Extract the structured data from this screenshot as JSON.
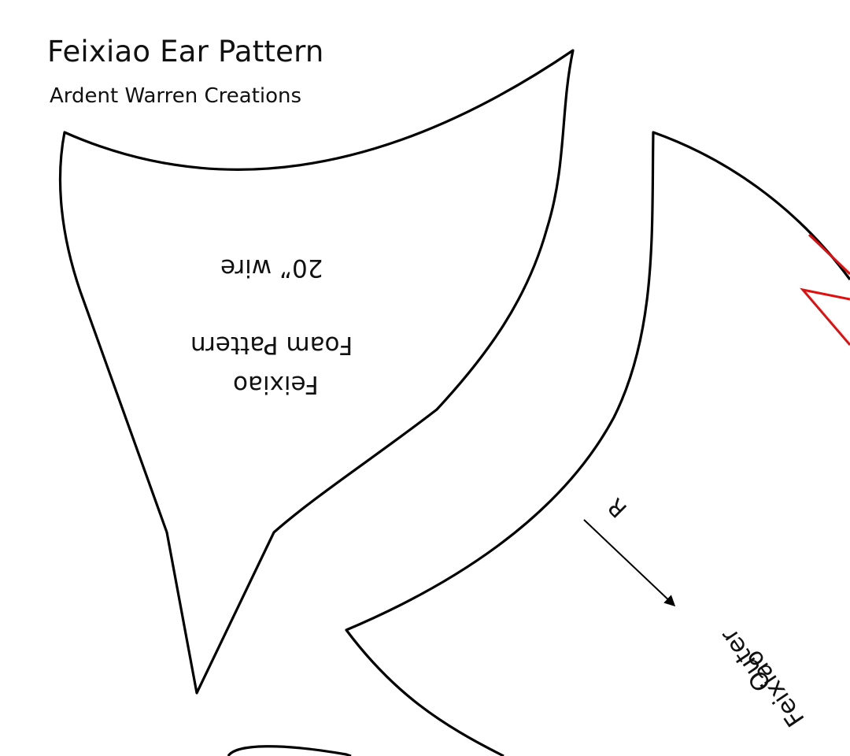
{
  "header": {
    "title": "Feixiao Ear Pattern",
    "subtitle": "Ardent Warren Creations"
  },
  "foam_piece": {
    "wire_label": "20” wire",
    "line2": "Foam Pattern",
    "line1": "Feixiao"
  },
  "outer_piece": {
    "direction_label": "R",
    "line2": "Outer",
    "line1": "Feixiao"
  },
  "colors": {
    "outline": "#000000",
    "accent": "#e01010"
  }
}
